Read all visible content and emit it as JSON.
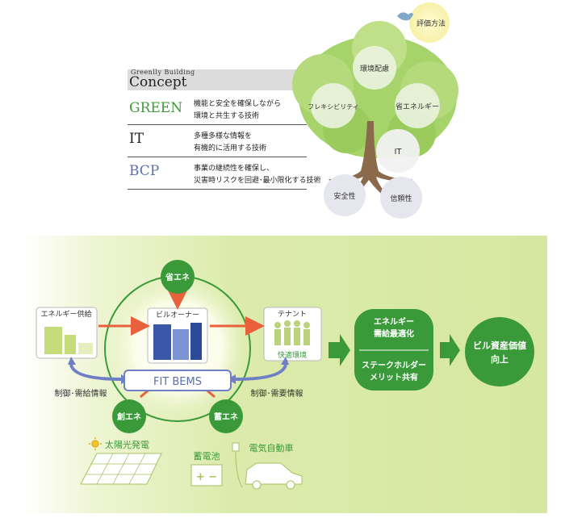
{
  "concept": {
    "subtitle": "Greenlly Building",
    "title": "Concept",
    "rows": [
      {
        "key": "GREEN",
        "line1": "機能と安全を確保しながら",
        "line2": "環境と共生する技術"
      },
      {
        "key": "IT",
        "line1": "多種多様な情報を",
        "line2": "有機的に活用する技術"
      },
      {
        "key": "BCP",
        "line1": "事業の継続性を確保し、",
        "line2": "災害時リスクを回避･最小限化する技術"
      }
    ]
  },
  "tree": {
    "evaluation": "評価方法",
    "environment": "環境配慮",
    "flexibility": "フレキシビリティ",
    "energy_saving": "省エネルギー",
    "it": "IT",
    "safety": "安全性",
    "reliability": "信頼性"
  },
  "diagram": {
    "center_label": "FIT BEMS",
    "energy_supply": "エネルギー供給",
    "owner": "ビルオーナー",
    "tenant": "テナント",
    "comfort": "快適環境",
    "save_energy": "省エネ",
    "create_energy": "創エネ",
    "store_energy": "蓄エネ",
    "control_supply_demand": "制御･需給情報",
    "control_demand": "制御･需要情報",
    "solar": "太陽光発電",
    "battery": "蓄電池",
    "ev": "電気自動車",
    "optimize_line1": "エネルギー",
    "optimize_line2": "需給最適化",
    "stakeholder_line1": "ステークホルダー",
    "stakeholder_line2": "メリット共有",
    "value_line1": "ビル資産価値",
    "value_line2": "向上",
    "battery_symbol": "+ −"
  },
  "colors": {
    "green_dark": "#3a9a3a",
    "green_light": "#8cc63f",
    "orange": "#e8603c",
    "blue": "#6f7fc6",
    "panel": "#d9e9a6"
  }
}
